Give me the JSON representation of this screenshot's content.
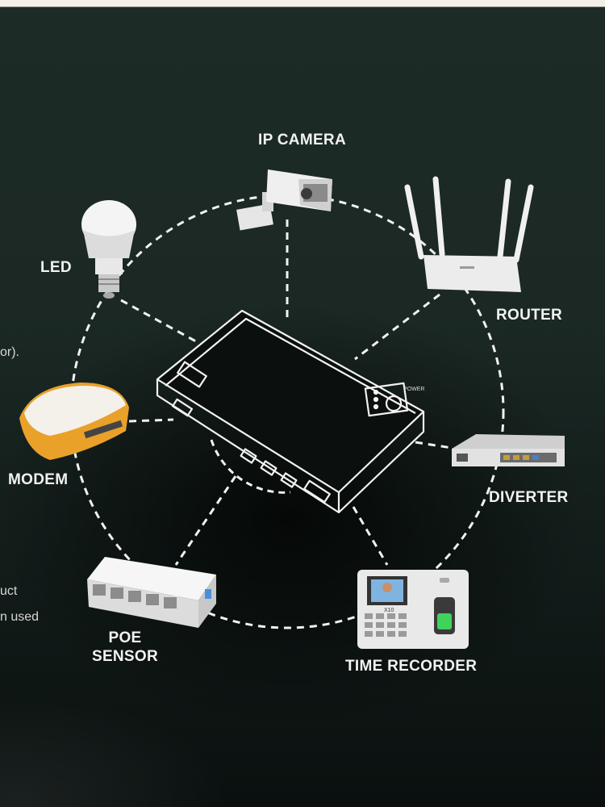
{
  "labels": {
    "ip_camera": "IP CAMERA",
    "led": "LED",
    "router": "ROUTER",
    "modem": "MODEM",
    "diverter": "DIVERTER",
    "poe": "POE",
    "sensor": "SENSOR",
    "time_recorder": "TIME RECORDER"
  },
  "edge_text": {
    "line1": "or).",
    "line2": "uct",
    "line3": "n used"
  },
  "device_text": {
    "ups_model": "POWER",
    "time_recorder_model": "X10"
  },
  "colors": {
    "line": "#f2f2f2",
    "background": "#1b2824",
    "modem_accent": "#e9a12a",
    "fingerprint": "#3fd35a"
  }
}
